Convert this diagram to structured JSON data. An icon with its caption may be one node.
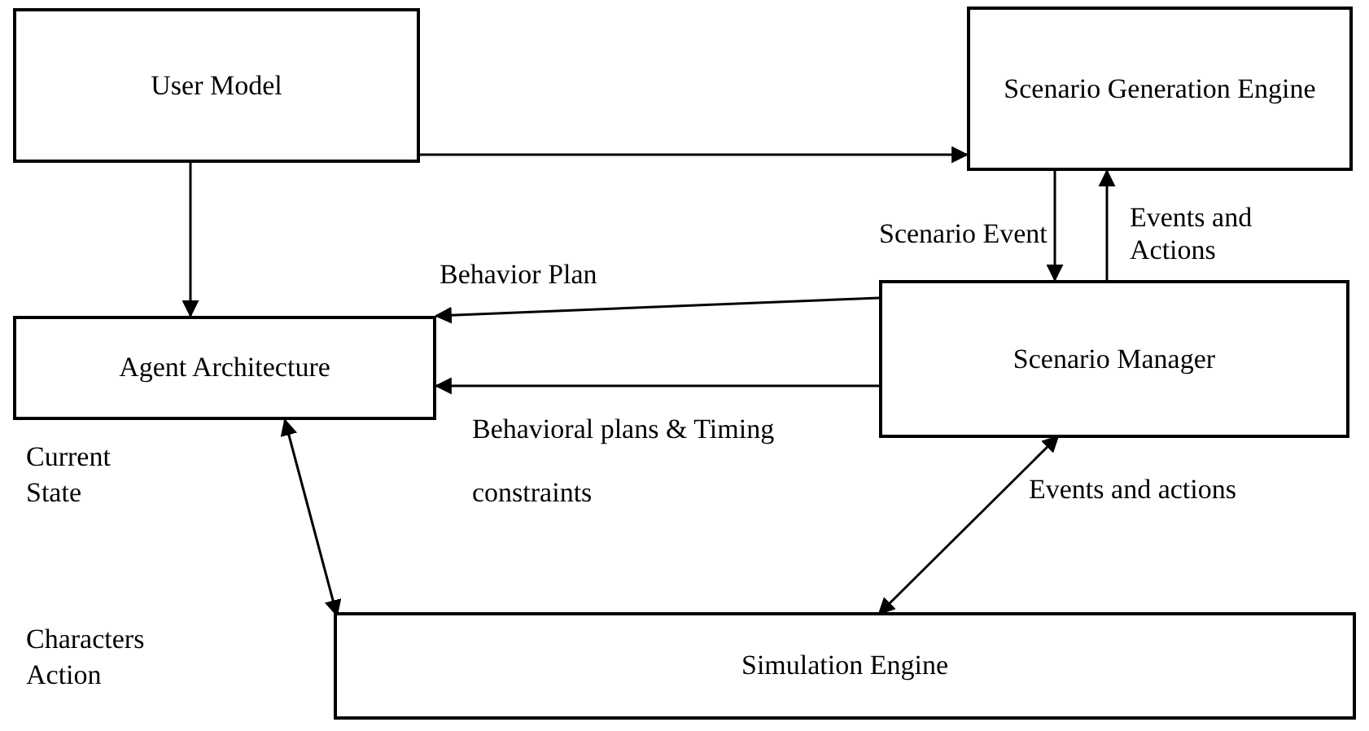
{
  "diagram": {
    "nodes": [
      {
        "text": [
          "User Model"
        ]
      },
      {
        "text": [
          "Scenario Generation Engine"
        ]
      },
      {
        "text": [
          "Agent Architecture"
        ]
      },
      {
        "text": [
          "Scenario Manager"
        ]
      },
      {
        "text": [
          "Simulation Engine"
        ]
      }
    ],
    "edges": [
      {
        "from": 0,
        "to": 1,
        "arrow": "to"
      },
      {
        "from": 0,
        "to": 2,
        "arrow": "to"
      },
      {
        "from": 1,
        "to": 3,
        "label": "Scenario Event",
        "arrow": "to"
      },
      {
        "from": 3,
        "to": 1,
        "label": "Events and Actions",
        "arrow": "to"
      },
      {
        "from": 3,
        "to": 2,
        "label": "Behavior Plan",
        "arrow": "to"
      },
      {
        "from": 3,
        "to": 2,
        "label": "Behavioral plans & Timing constraints",
        "arrow": "to"
      },
      {
        "from": 4,
        "to": 2,
        "arrow": "both"
      },
      {
        "from": 3,
        "to": 4,
        "label": "Events and actions",
        "arrow": "both"
      }
    ],
    "labels": [
      "Current State",
      "Characters Action"
    ]
  }
}
